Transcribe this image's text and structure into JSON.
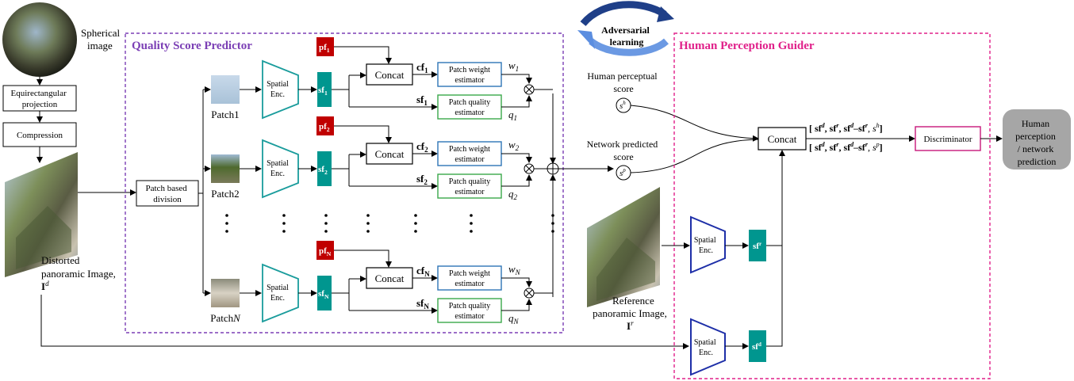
{
  "input": {
    "spherical_label": [
      "Spherical",
      "image"
    ],
    "equirect_label": [
      "Equirectangular",
      "projection"
    ],
    "compression_label": "Compression",
    "distorted_label": [
      "Distorted",
      "panoramic Image,"
    ],
    "distorted_symbol": "I",
    "distorted_sup": "d"
  },
  "patch_division": [
    "Patch based",
    "division"
  ],
  "qsp": {
    "title": "Quality Score Predictor",
    "color": "#7b3fb5",
    "branches": [
      {
        "patch_label": "Patch1",
        "pf": "pf",
        "sub": "1",
        "sf": "sf",
        "cf": "cf",
        "w": "w",
        "q": "q"
      },
      {
        "patch_label": "Patch2",
        "pf": "pf",
        "sub": "2",
        "sf": "sf",
        "cf": "cf",
        "w": "w",
        "q": "q"
      },
      {
        "patch_label": "Patch",
        "patch_sub": "N",
        "pf": "pf",
        "sub": "N",
        "sf": "sf",
        "cf": "cf",
        "w": "w",
        "q": "q"
      }
    ],
    "spatial_enc": [
      "Spatial",
      "Enc."
    ],
    "concat": "Concat",
    "weight_est": [
      "Patch weight",
      "estimator"
    ],
    "quality_est": [
      "Patch quality",
      "estimator"
    ]
  },
  "adversarial": [
    "Adversarial",
    "learning"
  ],
  "human_score_label": [
    "Human perceptual",
    "score"
  ],
  "human_score_symbol": "s",
  "human_score_sup": "h",
  "network_score_label": [
    "Network predicted",
    "score"
  ],
  "network_score_symbol": "s",
  "network_score_sup": "p",
  "hpg": {
    "title": "Human Perception Guider",
    "color": "#e0208a",
    "concat": "Concat",
    "vector_human": "[ sf^d, sf^r, sf^d–sf^r, s^h]",
    "vector_network": "[ sf^d, sf^r, sf^d–sf^r, s^p]",
    "discriminator": "Discriminator",
    "spatial_enc": [
      "Spatial",
      "Enc."
    ],
    "sf_ref": "sf",
    "sf_ref_sup": "r",
    "sf_dist": "sf",
    "sf_dist_sup": "d",
    "reference_label": [
      "Reference",
      "panoramic Image,"
    ],
    "reference_symbol": "I",
    "reference_sup": "r"
  },
  "output": [
    "Human",
    "perception",
    "/ network",
    "prediction"
  ],
  "colors": {
    "pf": "#c00000",
    "sf": "#00968f",
    "encoder_qsp": "#1a9c9c",
    "encoder_hpg": "#1e2fa8",
    "weight_box": "#2e75b6",
    "quality_box": "#3aa84a",
    "discriminator": "#c8187a",
    "output_bg": "#a6a6a6",
    "arrow_blue": "#3f6fc6"
  }
}
